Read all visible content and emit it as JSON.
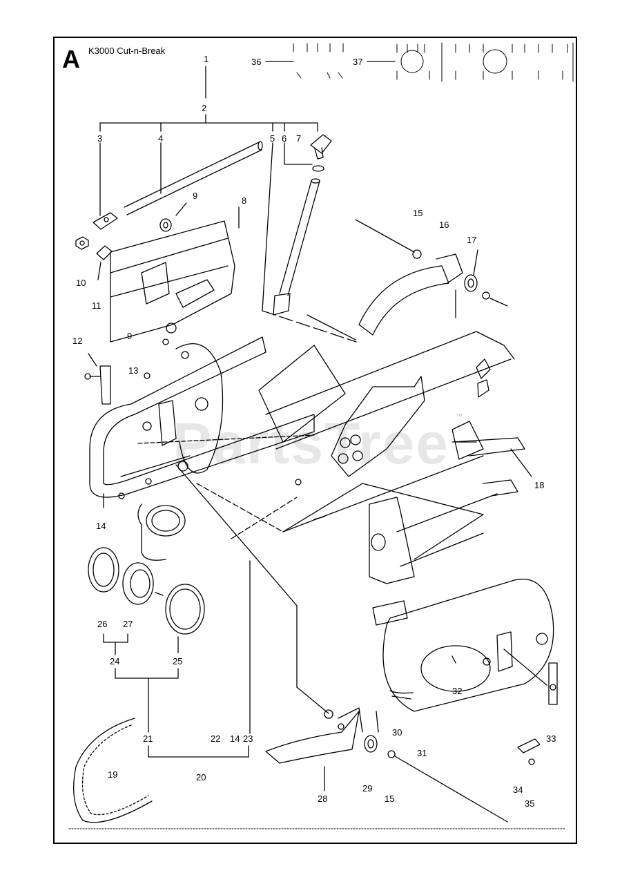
{
  "diagram": {
    "section_letter": "A",
    "model": "K3000 Cut-n-Break",
    "watermark": "PartsTree",
    "watermark_tm": "™"
  },
  "callouts": {
    "n1": "1",
    "n2": "2",
    "n3": "3",
    "n4": "4",
    "n5": "5",
    "n6": "6",
    "n7": "7",
    "n8": "8",
    "n9a": "9",
    "n9b": "9",
    "n10": "10",
    "n11": "11",
    "n12": "12",
    "n13": "13",
    "n14a": "14",
    "n14b": "14",
    "n15a": "15",
    "n15b": "15",
    "n16": "16",
    "n17": "17",
    "n18": "18",
    "n19": "19",
    "n20": "20",
    "n21": "21",
    "n22": "22",
    "n23": "23",
    "n24": "24",
    "n25": "25",
    "n26": "26",
    "n27": "27",
    "n28": "28",
    "n29": "29",
    "n30": "30",
    "n31": "31",
    "n32": "32",
    "n33": "33",
    "n34": "34",
    "n35": "35",
    "n36": "36",
    "n37": "37"
  }
}
